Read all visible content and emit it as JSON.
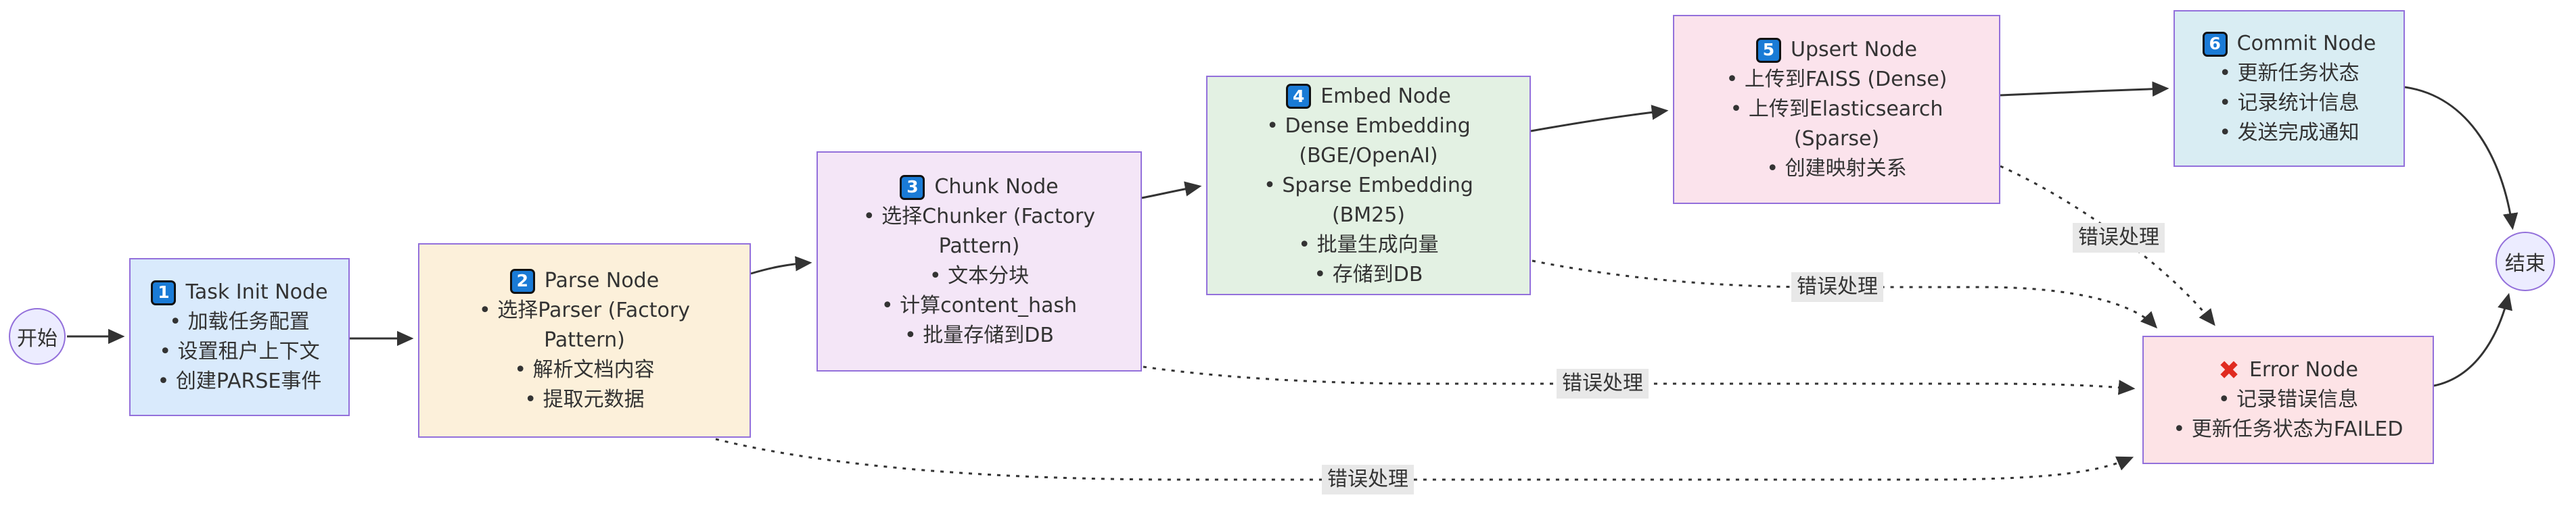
{
  "diagram": {
    "type": "flowchart-left-to-right",
    "start": {
      "label": "开始"
    },
    "end": {
      "label": "结束"
    },
    "nodes": [
      {
        "badge": "1",
        "title": "Task Init Node",
        "bullets": [
          "加载任务配置",
          "设置租户上下文",
          "创建PARSE事件"
        ],
        "fill": "#d9eafc"
      },
      {
        "badge": "2",
        "title": "Parse Node",
        "bullets": [
          "选择Parser (Factory Pattern)",
          "解析文档内容",
          "提取元数据"
        ],
        "fill": "#fcf0da"
      },
      {
        "badge": "3",
        "title": "Chunk Node",
        "bullets": [
          "选择Chunker (Factory Pattern)",
          "文本分块",
          "计算content_hash",
          "批量存储到DB"
        ],
        "fill": "#f4e6f7"
      },
      {
        "badge": "4",
        "title": "Embed Node",
        "bullets": [
          "Dense Embedding (BGE/OpenAI)",
          "Sparse Embedding (BM25)",
          "批量生成向量",
          "存储到DB"
        ],
        "fill": "#e3f1e3"
      },
      {
        "badge": "5",
        "title": "Upsert Node",
        "bullets": [
          "上传到FAISS (Dense)",
          "上传到Elasticsearch (Sparse)",
          "创建映射关系"
        ],
        "fill": "#fbe3ec"
      },
      {
        "badge": "6",
        "title": "Commit Node",
        "bullets": [
          "更新任务状态",
          "记录统计信息",
          "发送完成通知"
        ],
        "fill": "#d9edf3"
      }
    ],
    "error_node": {
      "icon": "✖",
      "title": "Error Node",
      "bullets": [
        "记录错误信息",
        "更新任务状态为FAILED"
      ],
      "fill": "#fde3e6"
    },
    "edge_labels": [
      "错误处理",
      "错误处理",
      "错误处理",
      "错误处理"
    ],
    "colors": {
      "node_border": "#9370db",
      "terminal_fill": "#ececff",
      "edge": "#333333",
      "edge_label_bg": "#e8e8e8",
      "text": "#333333",
      "badge_bg": "#1a7bd6",
      "badge_text": "#ffffff",
      "error_icon": "#e02b20"
    }
  }
}
